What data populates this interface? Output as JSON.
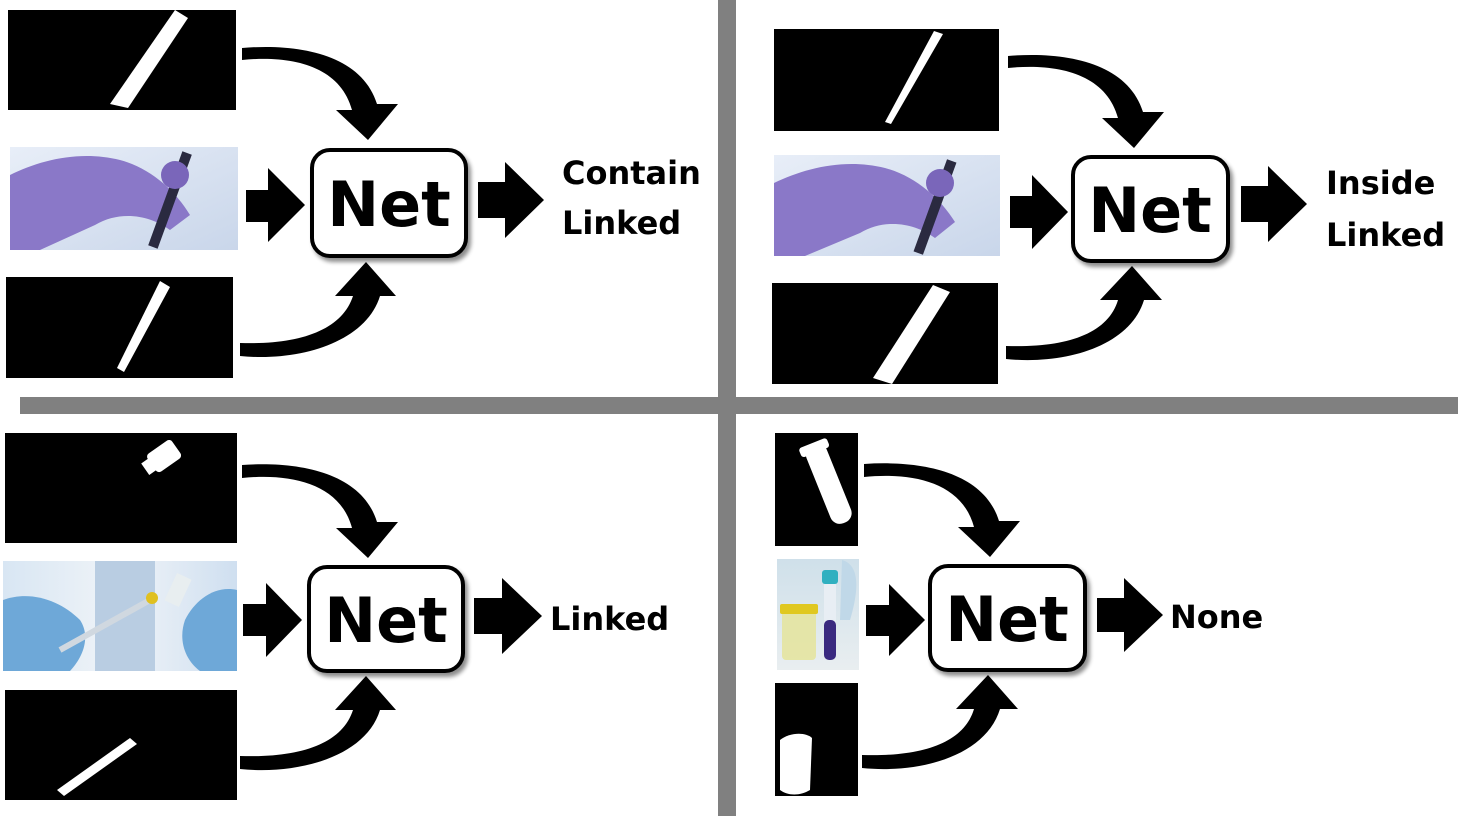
{
  "colors": {
    "divider": "#808080",
    "mask_bg": "#000000",
    "mask_shape": "#ffffff",
    "arrow": "#000000",
    "net_border": "#000000",
    "net_fill": "#ffffff",
    "glove_purple": "#8a78c8",
    "glove_blue": "#6ea8d8",
    "photo_bg": "#dfe7f2"
  },
  "panels": [
    {
      "net_label": "Net",
      "output_lines": [
        "Contain",
        "Linked"
      ],
      "photo": "purple-glove-test-tube-photo"
    },
    {
      "net_label": "Net",
      "output_lines": [
        "Inside",
        "Linked"
      ],
      "photo": "purple-glove-test-tube-photo"
    },
    {
      "net_label": "Net",
      "output_lines": [
        "Linked"
      ],
      "photo": "blue-glove-syringe-vial-photo"
    },
    {
      "net_label": "Net",
      "output_lines": [
        "None"
      ],
      "photo": "lab-tubes-beaker-photo"
    }
  ]
}
